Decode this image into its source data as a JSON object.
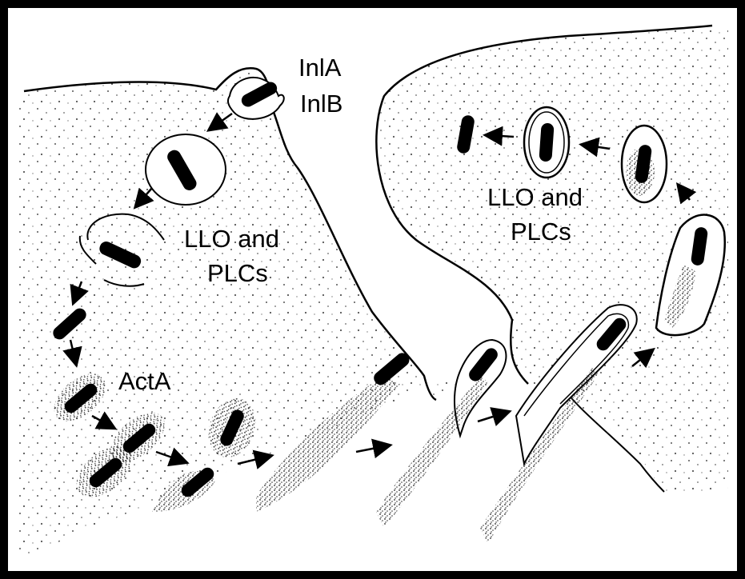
{
  "labels": {
    "inla": "InlA",
    "inlb": "InlB",
    "llo_left_1": "LLO and",
    "llo_left_2": "PLCs",
    "acta": "ActA",
    "llo_right_1": "LLO and",
    "llo_right_2": "PLCs"
  },
  "colors": {
    "ink": "#000000",
    "paper": "#ffffff",
    "stipple": "#222222"
  }
}
